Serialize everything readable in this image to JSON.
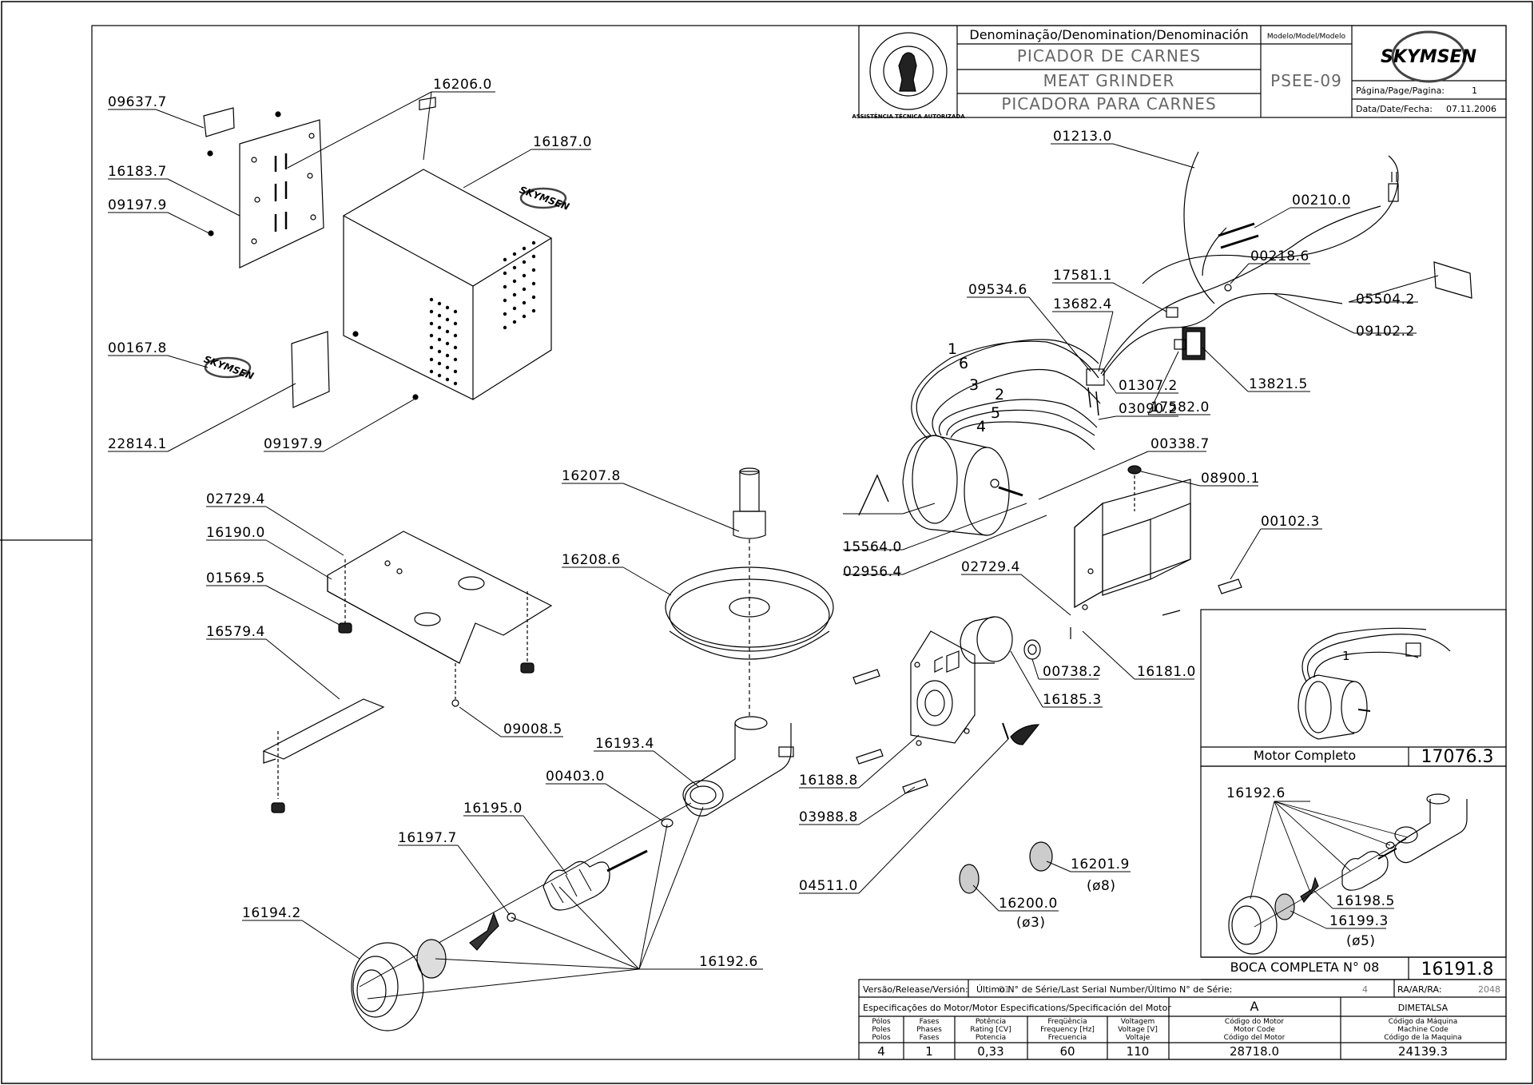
{
  "title_block": {
    "denomination_header": "Denominação/Denomination/Denominación",
    "name_pt": "PICADOR DE CARNES",
    "name_en": "MEAT GRINDER",
    "name_es": "PICADORA PARA CARNES",
    "model_header": "Modelo/Model/Modelo",
    "model": "PSEE-09",
    "brand": "SKYMSEN",
    "page_label": "Página/Page/Pagina:",
    "page": "1",
    "date_label": "Data/Date/Fecha:",
    "date": "07.11.2006",
    "seal_text": "ASSISTÊNCIA TÉCNICA AUTORIZADA"
  },
  "parts": [
    "09637.7",
    "16206.0",
    "16187.0",
    "16183.7",
    "09197.9",
    "00167.8",
    "22814.1",
    "09197.9",
    "02729.4",
    "16190.0",
    "01569.5",
    "16579.4",
    "09008.5",
    "16207.8",
    "16208.6",
    "16193.4",
    "00403.0",
    "16195.0",
    "16197.7",
    "16194.2",
    "16192.6",
    "01213.0",
    "00210.0",
    "00218.6",
    "05504.2",
    "09102.2",
    "17581.1",
    "09534.6",
    "13682.4",
    "13821.5",
    "01307.2",
    "17582.0",
    "03090.2",
    "00338.7",
    "08900.1",
    "15564.0",
    "02956.4",
    "00102.3",
    "02729.4",
    "00738.2",
    "16181.0",
    "16185.3",
    "16188.8",
    "03988.8",
    "04511.0",
    "16201.9",
    "16200.0"
  ],
  "wire_numbers": [
    "1",
    "6",
    "3",
    "2",
    "5",
    "4"
  ],
  "motor_label": "A",
  "hole_sizes": {
    "d8": "(ø8)",
    "d3": "(ø3)",
    "d5": "(ø5)"
  },
  "motor_box": {
    "label": "Motor Completo",
    "code": "17076.3",
    "wire": "1"
  },
  "boca_box": {
    "label": "BOCA COMPLETA N° 08",
    "code": "16191.8",
    "parts": [
      "16192.6",
      "16198.5",
      "16199.3"
    ]
  },
  "bottom": {
    "version_label": "Versão/Release/Versión:",
    "version": "01",
    "serial_label": "Último N° de Série/Last Serial Number/Último N° de Série:",
    "serial": "4",
    "ra_label": "RA/AR/RA:",
    "ra": "2048",
    "spec_label": "Especificações do Motor/Motor Especifications/Specificación del Motor",
    "motor_type": "A",
    "supplier": "DIMETALSA",
    "columns": [
      {
        "h": [
          "Pólos",
          "Poles",
          "Polos"
        ],
        "v": "4"
      },
      {
        "h": [
          "Fases",
          "Phases",
          "Fases"
        ],
        "v": "1"
      },
      {
        "h": [
          "Potência",
          "Rating [CV]",
          "Potencia"
        ],
        "v": "0,33"
      },
      {
        "h": [
          "Freqüência",
          "Frequency [Hz]",
          "Frecuencia"
        ],
        "v": "60"
      },
      {
        "h": [
          "Voltagem",
          "Voltage [V]",
          "Voltaje"
        ],
        "v": "110"
      },
      {
        "h": [
          "Código do Motor",
          "Motor Code",
          "Código del Motor"
        ],
        "v": "28718.0"
      },
      {
        "h": [
          "Código da Máquina",
          "Machine Code",
          "Código de la Maquina"
        ],
        "v": "24139.3"
      }
    ]
  }
}
